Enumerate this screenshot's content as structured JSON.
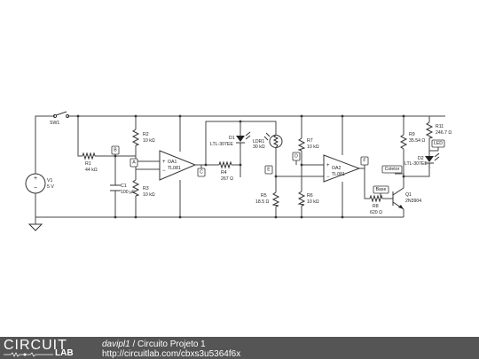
{
  "circuit": {
    "switch": "SW1",
    "source": {
      "ref": "V1",
      "value": "5 V"
    },
    "resistors": [
      {
        "ref": "R1",
        "value": "44 kΩ"
      },
      {
        "ref": "R2",
        "value": "10 kΩ"
      },
      {
        "ref": "R3",
        "value": "10 kΩ"
      },
      {
        "ref": "R4",
        "value": "267 Ω"
      },
      {
        "ref": "R5",
        "value": "18.5 Ω"
      },
      {
        "ref": "R6",
        "value": "10 kΩ"
      },
      {
        "ref": "R7",
        "value": "10 kΩ"
      },
      {
        "ref": "R8",
        "value": "620 Ω"
      },
      {
        "ref": "R9",
        "value": "35.54 Ω"
      },
      {
        "ref": "R11",
        "value": "246.7 Ω"
      }
    ],
    "capacitor": {
      "ref": "C1",
      "value": "100 µF"
    },
    "opamps": [
      {
        "ref": "OA1",
        "part": "TL081"
      },
      {
        "ref": "OA2",
        "part": "TL081"
      }
    ],
    "ldr": {
      "ref": "LDR1",
      "value": "30 kΩ"
    },
    "diodes": [
      {
        "ref": "D1",
        "part": "LTL-307EE"
      },
      {
        "ref": "D2",
        "part": "LTL-307EE"
      }
    ],
    "transistor": {
      "ref": "Q1",
      "part": "2N3904"
    },
    "net_tags": {
      "A": "A",
      "B": "B",
      "C": "C",
      "D": "D",
      "E": "E",
      "F": "F",
      "base": "Base",
      "coletor": "Coletor",
      "led": "LED"
    }
  },
  "footer": {
    "logo_top": "CIRCUIT",
    "logo_bottom": "LAB",
    "author": "davipl1",
    "separator": "/",
    "project_title": "Circuito Projeto 1",
    "url": "http://circuitlab.com/cbxs3u5364f6x"
  }
}
